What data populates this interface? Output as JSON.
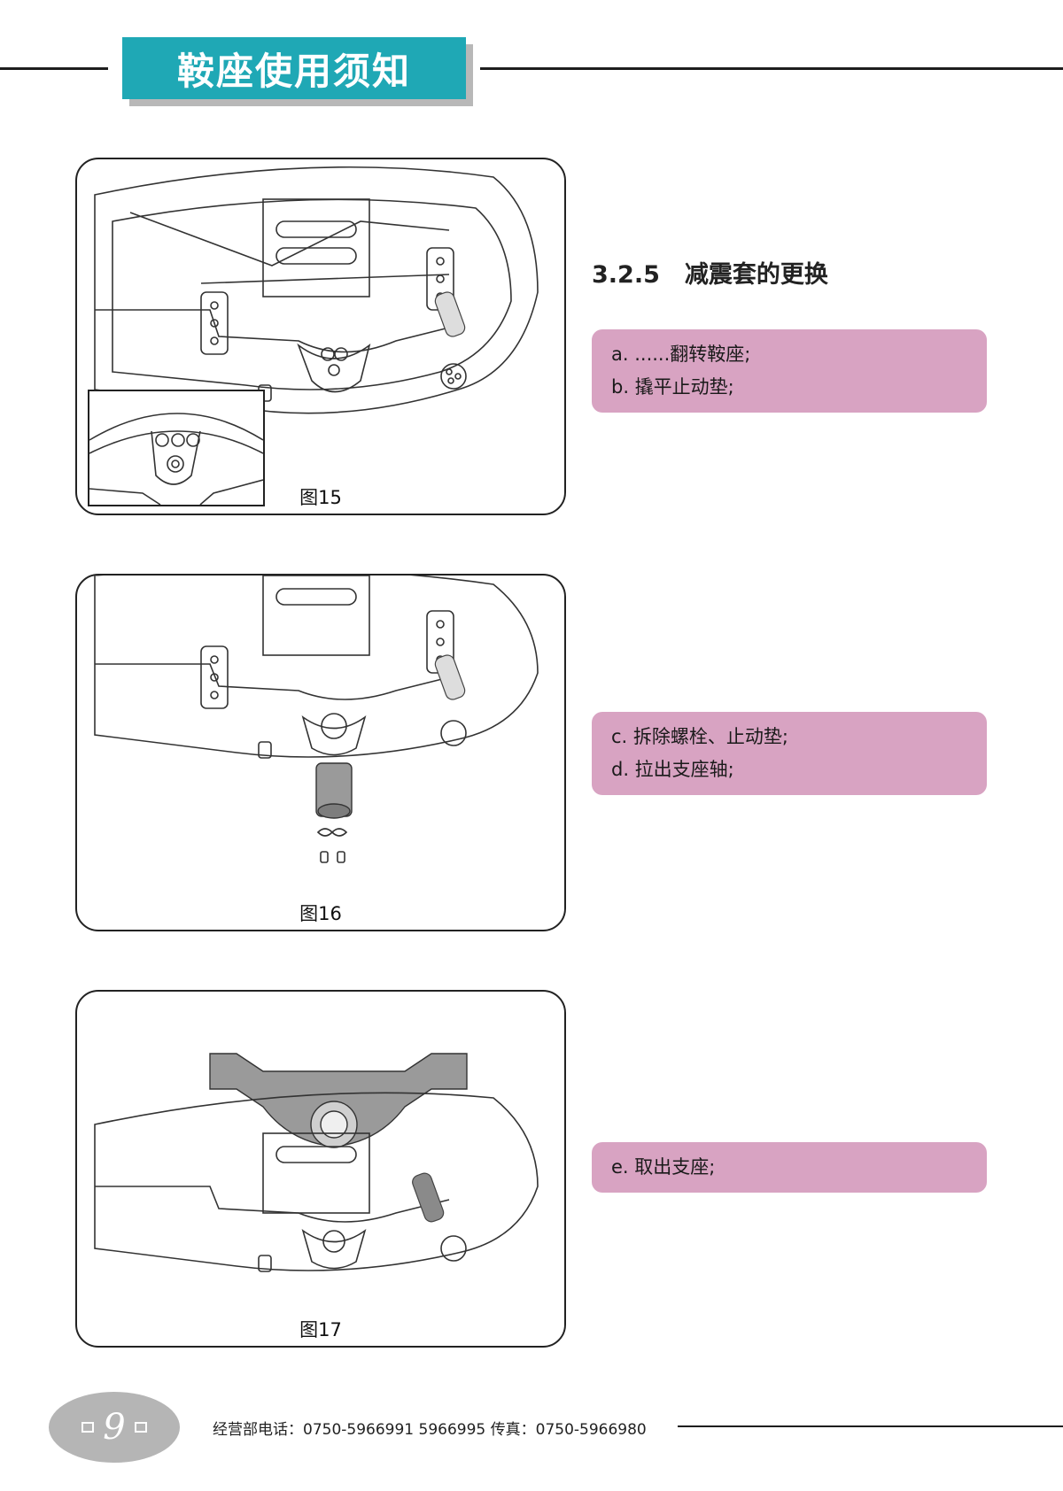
{
  "header": {
    "title": "鞍座使用须知"
  },
  "section": {
    "number": "3.2.5",
    "title": "减震套的更换"
  },
  "figures": [
    {
      "caption": "图15"
    },
    {
      "caption": "图16"
    },
    {
      "caption": "图17"
    }
  ],
  "steps": [
    {
      "lines": [
        "a. ......翻转鞍座;",
        "b. 撬平止动垫;"
      ]
    },
    {
      "lines": [
        "c. 拆除螺栓、止动垫;",
        "d. 拉出支座轴;"
      ]
    },
    {
      "lines": [
        "e. 取出支座;"
      ]
    }
  ],
  "footer": {
    "page_number": "9",
    "contact": "经营部电话：0750-5966991 5966995 传真：0750-5966980"
  },
  "colors": {
    "title_bg": "#1fa8b5",
    "step_bg": "#d8a3c2",
    "footer_oval": "#b5b5b5"
  }
}
